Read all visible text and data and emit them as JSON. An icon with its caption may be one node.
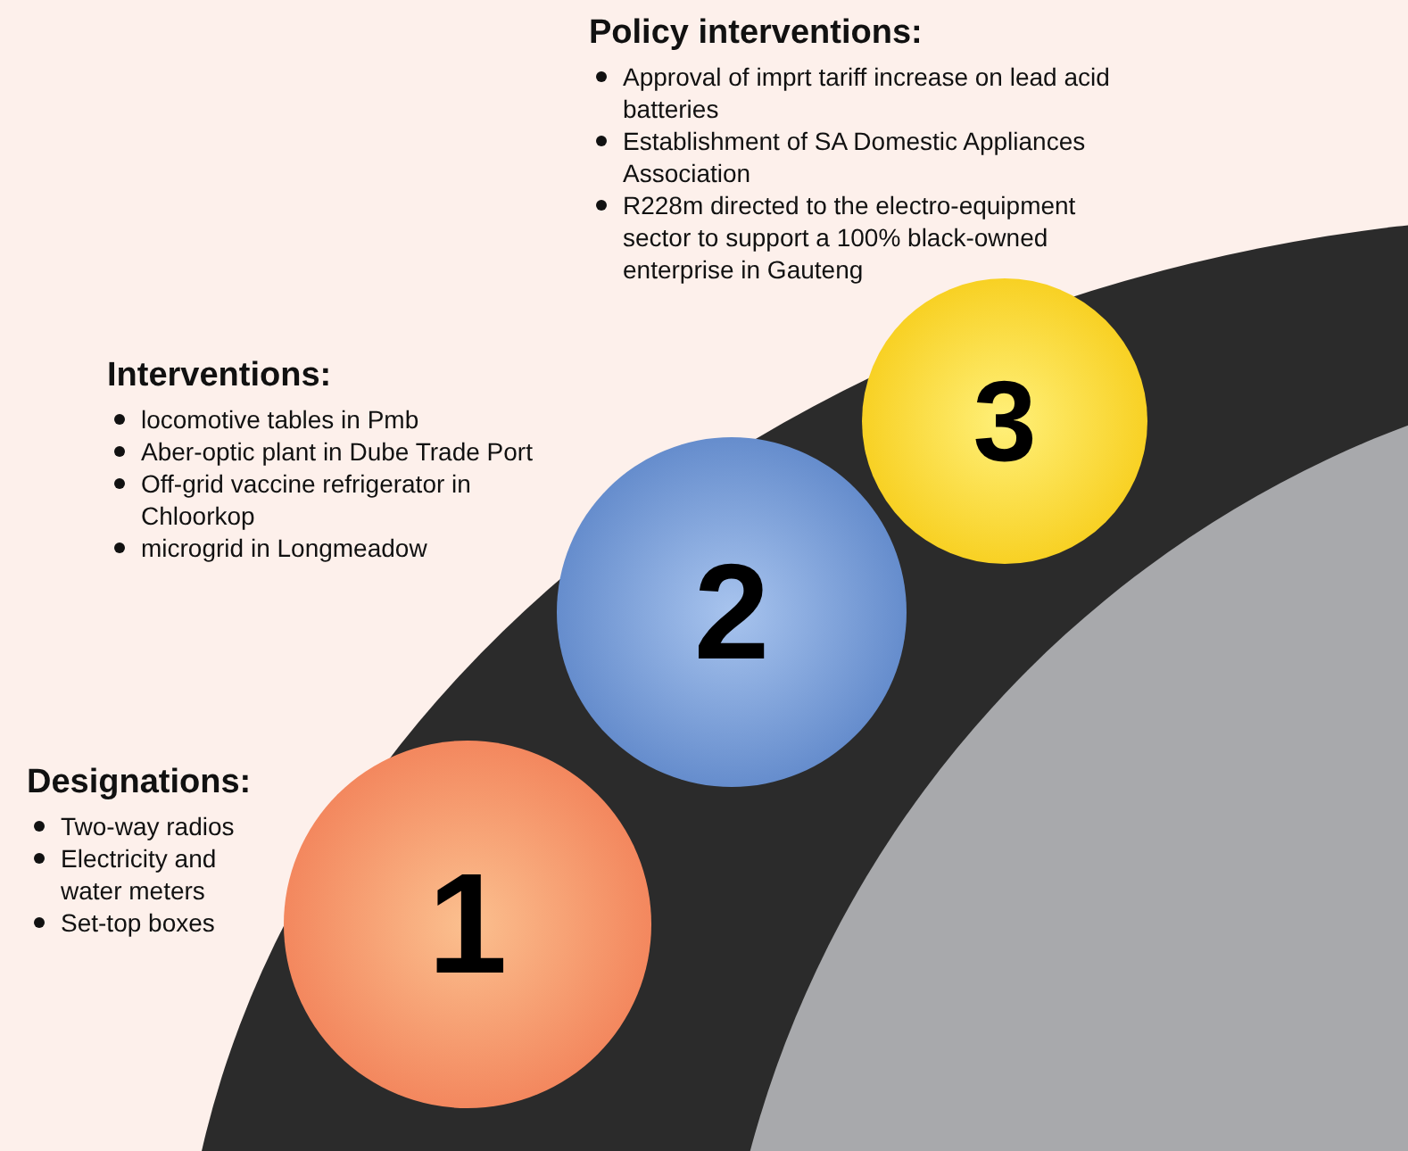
{
  "diagram": {
    "nodes": [
      {
        "text": [
          "1"
        ]
      },
      {
        "text": [
          "2"
        ]
      },
      {
        "text": [
          "3"
        ]
      }
    ],
    "labels": [
      "Policy interventions:",
      "Approval of imprt tariff increase on lead acid batteries",
      "Establishment of SA Domestic Appliances Association",
      "R228m directed to the electro-equipment sector to support a 100% black-owned enterprise in Gauteng",
      "Interventions:",
      "locomotive tables in Pmb",
      "Aber-optic plant in Dube Trade Port",
      "Off-grid vaccine refrigerator in Chloorkop",
      "microgrid in Longmeadow",
      "Designations:",
      "Two-way radios",
      "Electricity and water meters",
      "Set-top boxes"
    ]
  }
}
